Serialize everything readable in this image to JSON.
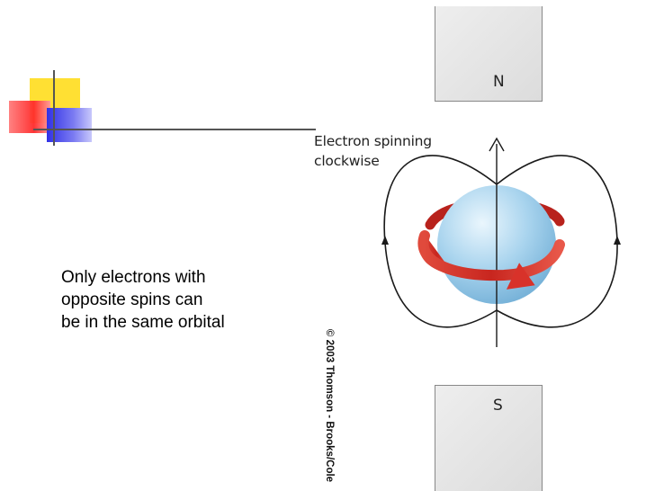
{
  "caption": {
    "line1": "Only electrons with",
    "line2": "opposite spins can",
    "line3": "be in the same orbital"
  },
  "figure": {
    "spin_label_line1": "Electron spinning",
    "spin_label_line2": "clockwise",
    "north_pole_label": "N",
    "south_pole_label": "S",
    "copyright": "© 2003 Thomson - Brooks/Cole"
  },
  "colors": {
    "sphere": "#a9d4ee",
    "spin_arrow": "#d8322a",
    "field_lines": "#1a1a1a"
  }
}
